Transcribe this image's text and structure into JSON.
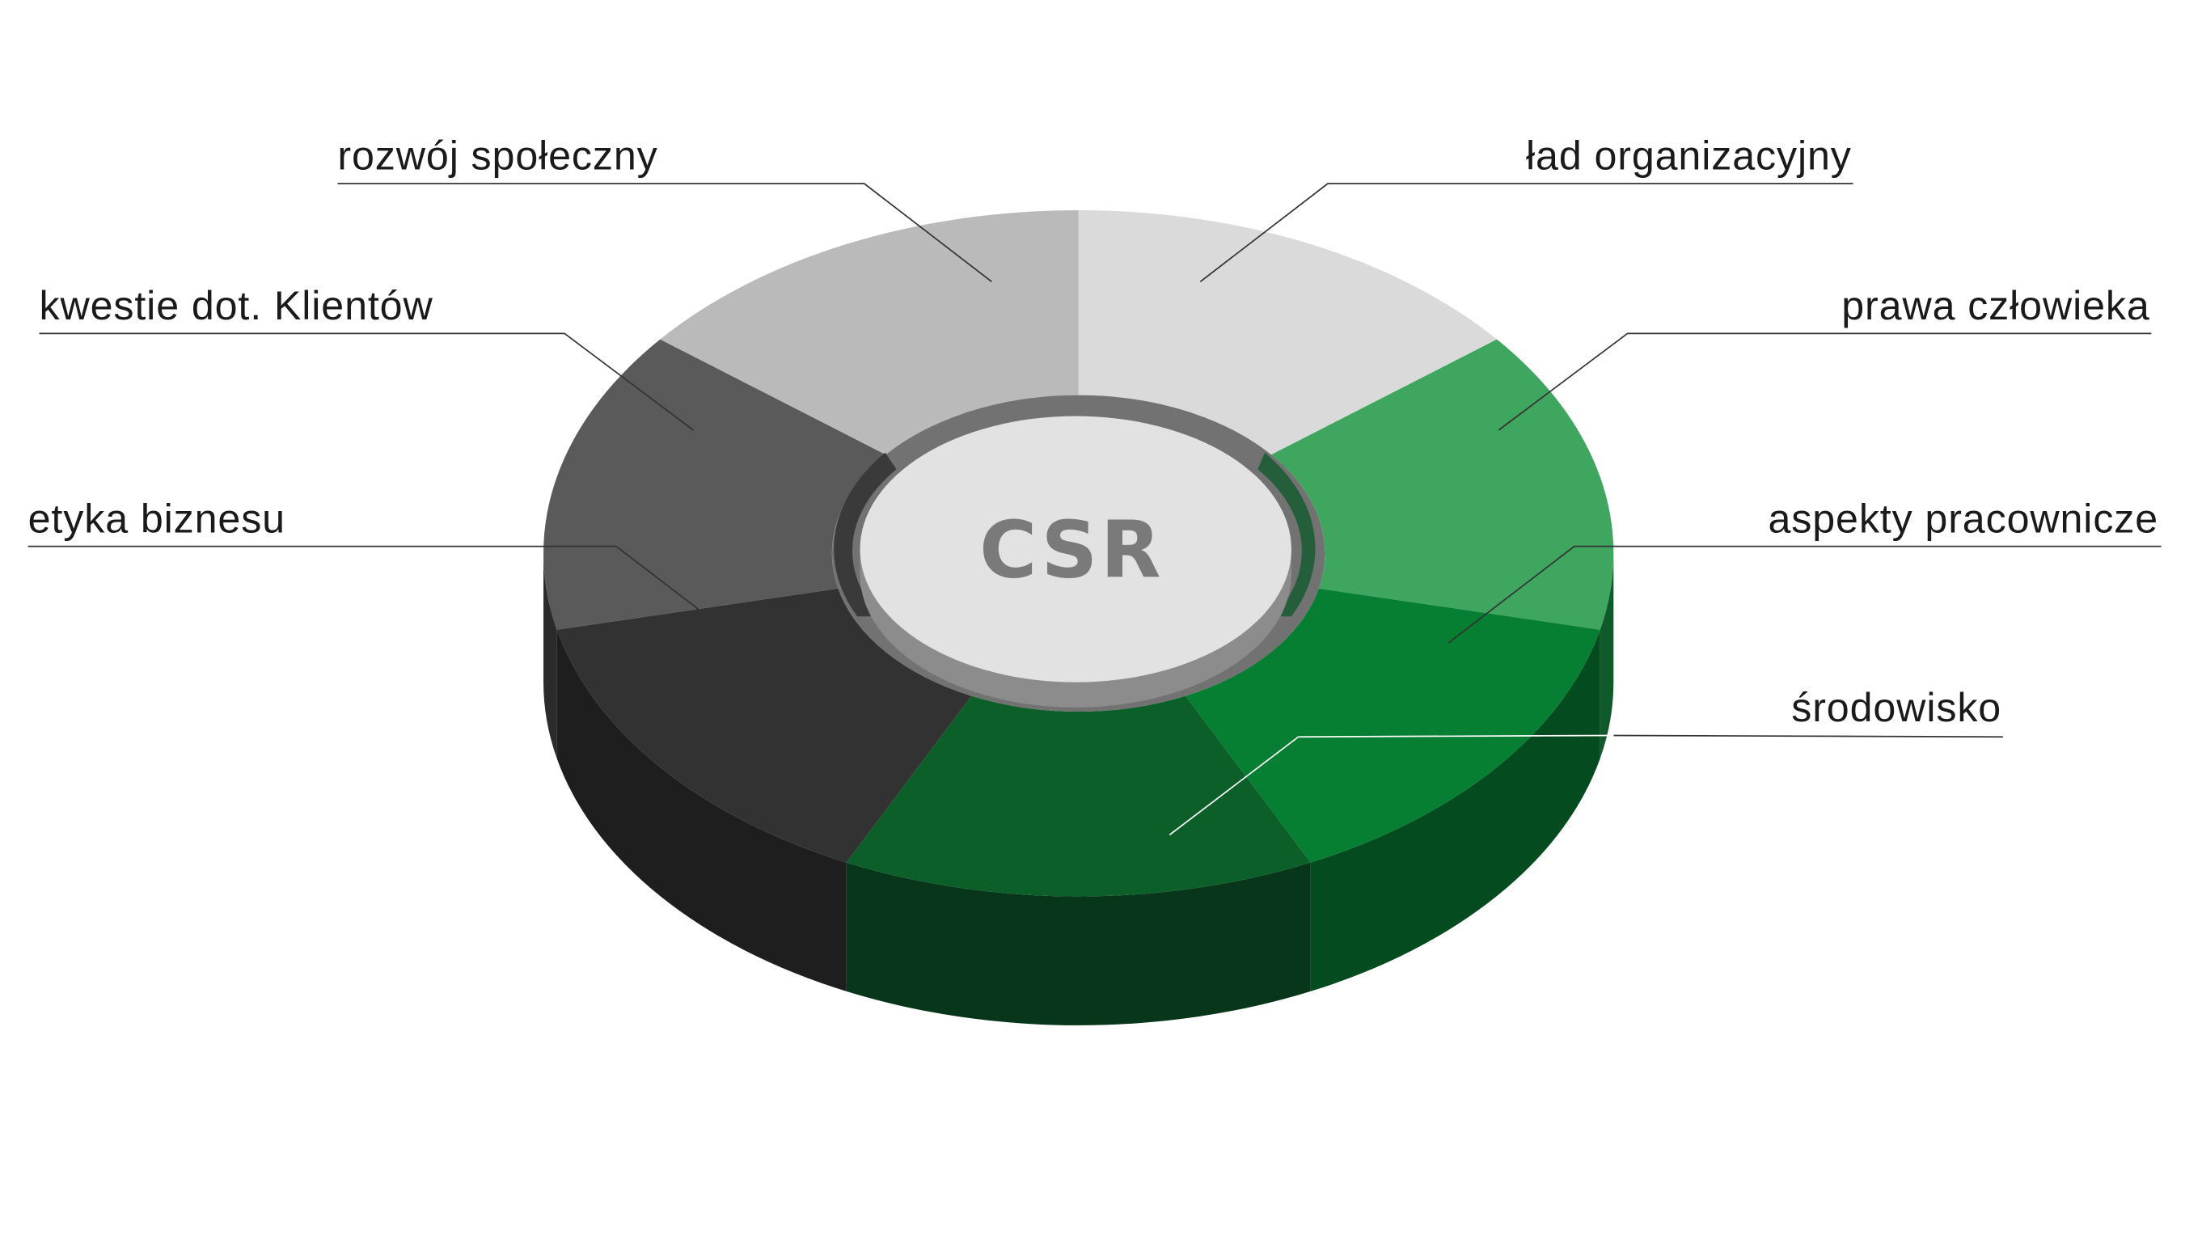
{
  "center_label": "CSR",
  "segments": [
    {
      "label": "ład organizacyjny",
      "color": "#dadada",
      "side": "#b5b5b5"
    },
    {
      "label": "prawa człowieka",
      "color": "#3fa660",
      "side": "#0e5a2a"
    },
    {
      "label": "aspekty pracownicze",
      "color": "#067f32",
      "side": "#044c1f"
    },
    {
      "label": "środowisko",
      "color": "#0c5f29",
      "side": "#08361a"
    },
    {
      "label": "etyka biznesu",
      "color": "#323232",
      "side": "#1e1e1e"
    },
    {
      "label": "kwestie dot. Klientów",
      "color": "#5a5a5a",
      "side": "#2b2b2b"
    },
    {
      "label": "rozwój społeczny",
      "color": "#bababa",
      "side": "#999999"
    }
  ]
}
